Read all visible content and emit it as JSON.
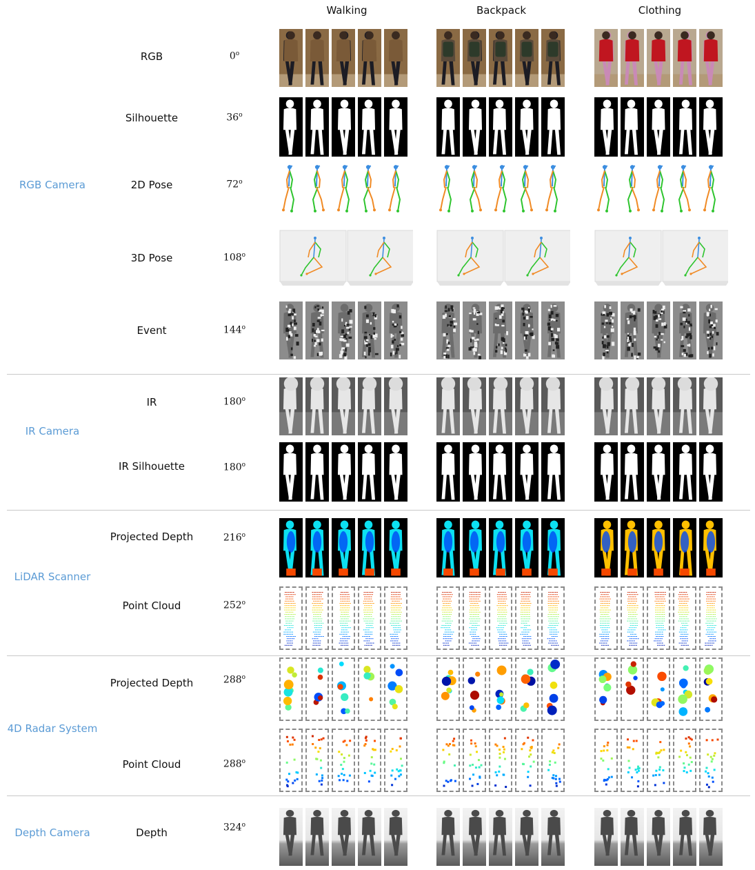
{
  "columns": [
    "Walking",
    "Backpack",
    "Clothing"
  ],
  "sensors": [
    "RGB Camera",
    "IR Camera",
    "LiDAR Scanner",
    "4D Radar System",
    "Depth Camera"
  ],
  "rows": [
    {
      "modality": "RGB",
      "angle": "0",
      "style": "rgb"
    },
    {
      "modality": "Silhouette",
      "angle": "36",
      "style": "sil"
    },
    {
      "modality": "2D Pose",
      "angle": "72",
      "style": "pose2d"
    },
    {
      "modality": "3D Pose",
      "angle": "108",
      "style": "pose3d"
    },
    {
      "modality": "Event",
      "angle": "144",
      "style": "event"
    },
    {
      "modality": "IR",
      "angle": "180",
      "style": "ir"
    },
    {
      "modality": "IR Silhouette",
      "angle": "180",
      "style": "sil"
    },
    {
      "modality": "Projected Depth",
      "angle": "216",
      "style": "lidardepth"
    },
    {
      "modality": "Point Cloud",
      "angle": "252",
      "style": "lidarpc"
    },
    {
      "modality": "Projected Depth",
      "angle": "288",
      "style": "radardepth"
    },
    {
      "modality": "Point Cloud",
      "angle": "288",
      "style": "radarpc"
    },
    {
      "modality": "Depth",
      "angle": "324",
      "style": "depth"
    }
  ],
  "colors": {
    "sensor_label": "#5b9bd5",
    "separator": "#c8c8c8",
    "frame_dash": "#8a8a8a"
  }
}
